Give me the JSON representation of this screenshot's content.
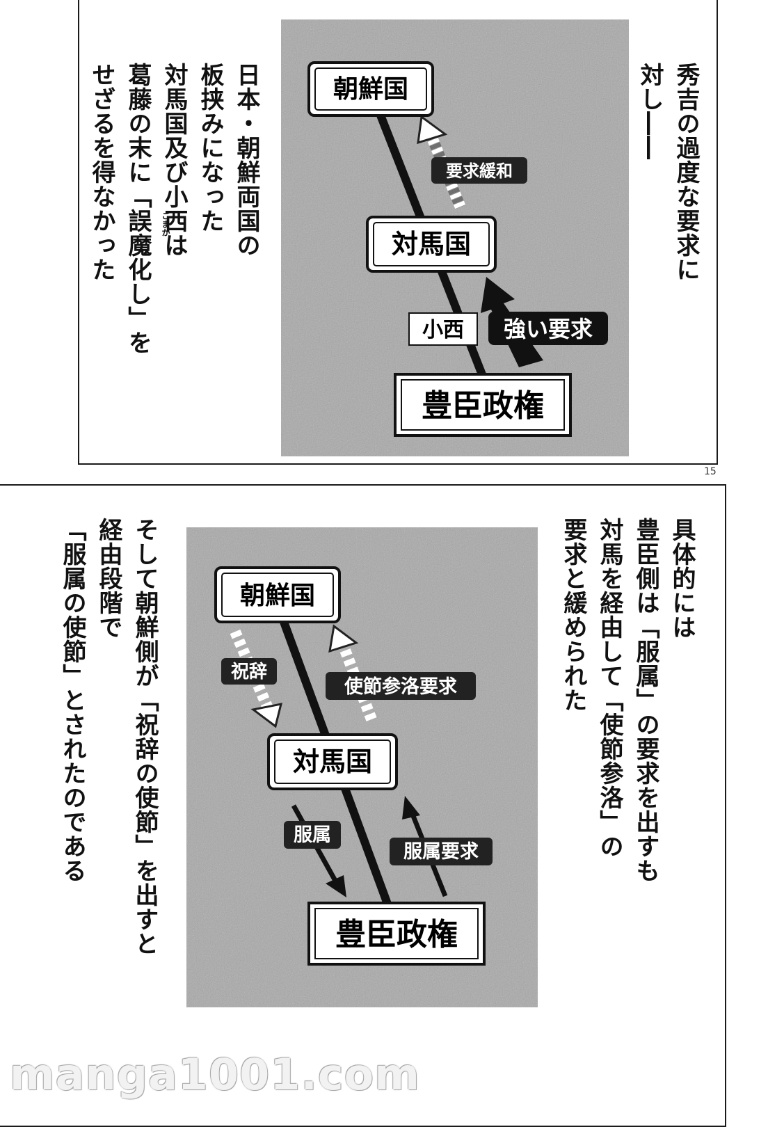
{
  "top_panel": {
    "narration_right": "秀吉の過度な要求に\n対し――",
    "narration_left": "日本・朝鮮両国の\n板挟みになった\n対馬国及び小西は\n葛藤の末に「誤魔化し」を\nせざるを得なかった",
    "ruby": "ごまか",
    "diagram": {
      "node_top": "朝鮮国",
      "node_middle": "対馬国",
      "node_bottom": "豊臣政権",
      "label_request_easing": "要求緩和",
      "label_konishi": "小西",
      "label_strong_request": "強い要求"
    }
  },
  "page_number": "15",
  "bottom_panel": {
    "narration_right": "具体的には\n豊臣側は「服属」の要求を出すも\n対馬を経由して「使節参洛」の\n要求と緩められた",
    "narration_left": "そして朝鮮側が「祝辞の使節」を出すと\n経由段階で\n「服属の使節」とされたのである",
    "diagram": {
      "node_top": "朝鮮国",
      "node_middle": "対馬国",
      "node_bottom": "豊臣政権",
      "label_congratulation": "祝辞",
      "label_envoy_request": "使節参洛要求",
      "label_submission": "服属",
      "label_submission_request": "服属要求"
    }
  },
  "watermark": "manga1001.com",
  "colors": {
    "ink": "#111111",
    "paper": "#ffffff",
    "grain": "#9e9e9e"
  }
}
